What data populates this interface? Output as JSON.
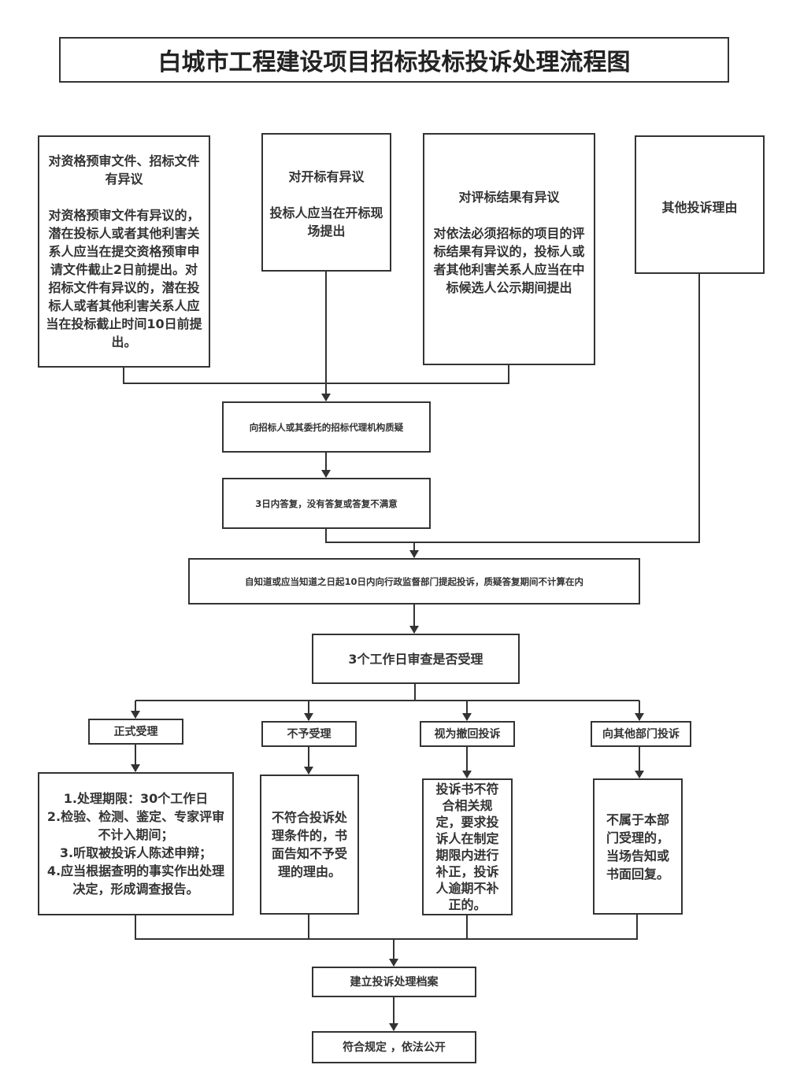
{
  "title": "白城市工程建设项目招标投标投诉处理流程图",
  "objections": [
    {
      "heading": "对资格预审文件、招标文件有异议",
      "body": "对资格预审文件有异议的，潜在投标人或者其他利害关系人应当在提交资格预审申请文件截止2日前提出。对招标文件有异议的，潜在投标人或者其他利害关系人应当在投标截止时间10日前提出。"
    },
    {
      "heading": "对开标有异议",
      "body": "投标人应当在开标现场提出"
    },
    {
      "heading": "对评标结果有异议",
      "body": "对依法必须招标的项目的评标结果有异议的，投标人或者其他利害关系人应当在中标候选人公示期间提出"
    },
    {
      "heading": "其他投诉理由"
    }
  ],
  "steps": {
    "query": "向招标人或其委托的招标代理机构质疑",
    "reply": "3日内答复，没有答复或答复不满意",
    "complaint": "自知道或应当知道之日起10日内向行政监督部门提起投诉，质疑答复期间不计算在内",
    "review": "3个工作日审查是否受理"
  },
  "branches": [
    {
      "label": "正式受理",
      "lines": [
        "1.处理期限：30个工作日",
        "2.检验、检测、鉴定、专家评审不计入期间；",
        "3.听取被投诉人陈述申辩；",
        "4.应当根据查明的事实作出处理决定，形成调查报告。"
      ]
    },
    {
      "label": "不予受理",
      "detail": "不符合投诉处理条件的，书面告知不予受理的理由。"
    },
    {
      "label": "视为撤回投诉",
      "detail": "投诉书不符合相关规定，要求投诉人在制定期限内进行补正，投诉人逾期不补正的。"
    },
    {
      "label": "向其他部门投诉",
      "detail": "不属于本部门受理的，当场告知或书面回复。"
    }
  ],
  "final": {
    "archive": "建立投诉处理档案",
    "publish": "符合规定 ，依法公开"
  }
}
